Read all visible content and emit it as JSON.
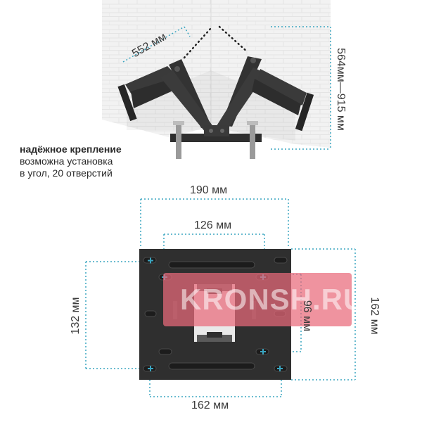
{
  "top_illustration": {
    "arm_length_label": "552 мм",
    "distance_range_label": "564мм—915 мм"
  },
  "description": {
    "line1": "надёжное крепление",
    "line2": "возможна установка",
    "line3": "в угол, 20 отверстий"
  },
  "plate_dimensions": {
    "outer_width": "190 мм",
    "inner_width": "126 мм",
    "left_height": "132 мм",
    "inner_height": "96 мм",
    "right_height": "162 мм",
    "bottom_width": "162 мм"
  },
  "watermark": {
    "text": "KRONSH.RU"
  },
  "colors": {
    "dimension_line": "#3aa5c0",
    "plate": "#2f2f2f",
    "watermark_bg": "#e96a7a",
    "wall": "#eeeeee"
  }
}
